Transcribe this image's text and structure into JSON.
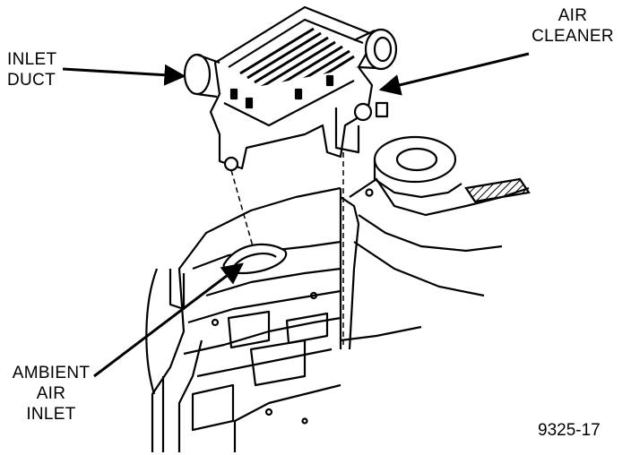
{
  "labels": {
    "inlet_duct": [
      "INLET",
      "DUCT"
    ],
    "air_cleaner": [
      "AIR",
      "CLEANER"
    ],
    "ambient_air_inlet": [
      "AMBIENT",
      "AIR",
      "INLET"
    ]
  },
  "figure_number": "9325-17",
  "colors": {
    "ink": "#000000",
    "paper": "#ffffff"
  }
}
